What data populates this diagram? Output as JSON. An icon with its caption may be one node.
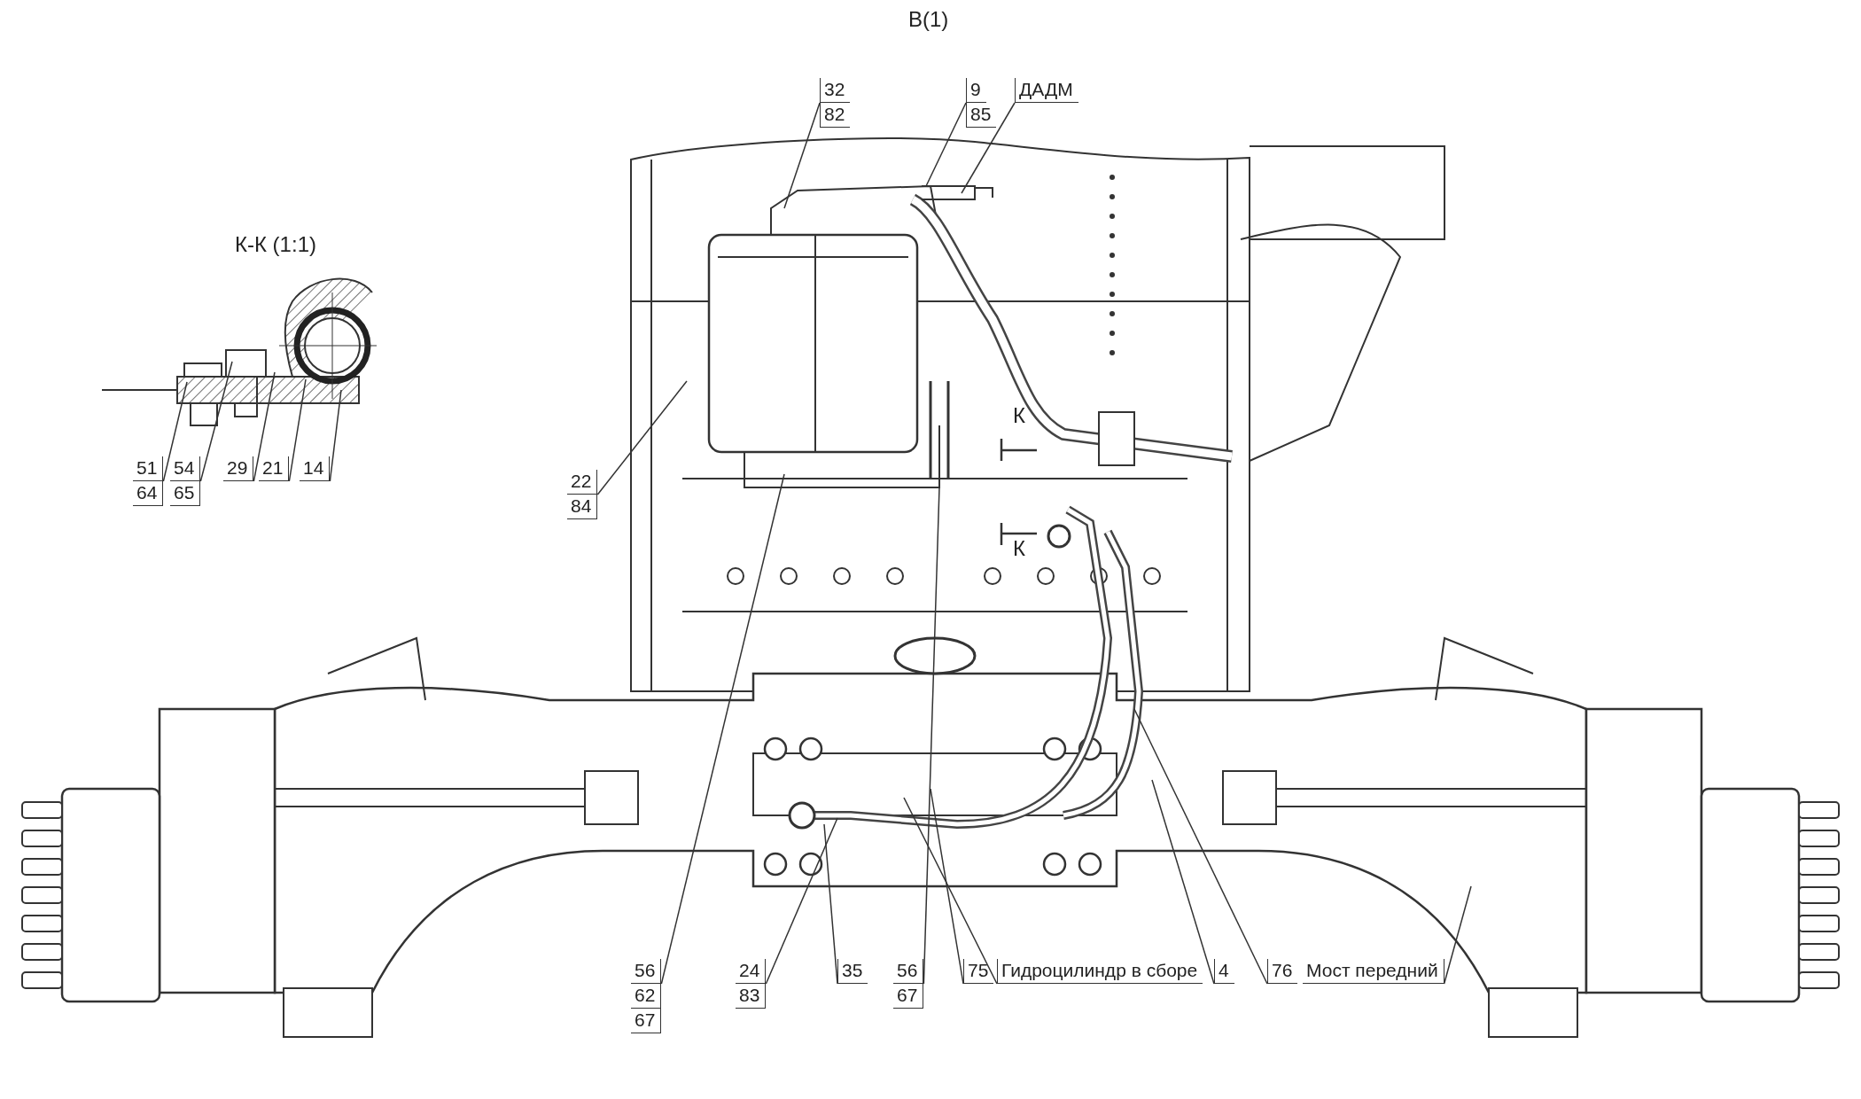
{
  "diagram": {
    "title": "В(1)",
    "nodes": [
      {
        "text": [
          "51",
          "64"
        ]
      },
      {
        "text": [
          "54",
          "65"
        ]
      },
      {
        "text": [
          "29"
        ]
      },
      {
        "text": [
          "21"
        ]
      },
      {
        "text": [
          "14"
        ]
      },
      {
        "text": [
          "22",
          "84"
        ]
      },
      {
        "text": [
          "32",
          "82"
        ]
      },
      {
        "text": [
          "9",
          "85"
        ]
      },
      {
        "text": [
          "ДАДМ"
        ]
      },
      {
        "text": [
          "56",
          "62",
          "67"
        ]
      },
      {
        "text": [
          "24",
          "83"
        ]
      },
      {
        "text": [
          "35"
        ]
      },
      {
        "text": [
          "56",
          "67"
        ]
      },
      {
        "text": [
          "75"
        ]
      },
      {
        "text": [
          "Гидроцилиндр в сборе"
        ]
      },
      {
        "text": [
          "4"
        ]
      },
      {
        "text": [
          "76"
        ]
      },
      {
        "text": [
          "Мост передний"
        ]
      }
    ],
    "edges": [
      {
        "from": 0,
        "to": null,
        "arrow": "none"
      },
      {
        "from": 1,
        "to": null,
        "arrow": "none"
      },
      {
        "from": 2,
        "to": null,
        "arrow": "none"
      },
      {
        "from": 3,
        "to": null,
        "arrow": "none"
      },
      {
        "from": 4,
        "to": null,
        "arrow": "none"
      },
      {
        "from": 5,
        "to": null,
        "arrow": "none"
      },
      {
        "from": 6,
        "to": null,
        "arrow": "none"
      },
      {
        "from": 7,
        "to": null,
        "arrow": "none"
      },
      {
        "from": 8,
        "to": null,
        "arrow": "none"
      },
      {
        "from": 9,
        "to": null,
        "arrow": "none"
      },
      {
        "from": 10,
        "to": null,
        "arrow": "none"
      },
      {
        "from": 11,
        "to": null,
        "arrow": "none"
      },
      {
        "from": 12,
        "to": null,
        "arrow": "none"
      },
      {
        "from": 13,
        "to": null,
        "arrow": "none"
      },
      {
        "from": 14,
        "to": null,
        "arrow": "none"
      },
      {
        "from": 15,
        "to": null,
        "arrow": "none"
      },
      {
        "from": 16,
        "to": null,
        "arrow": "none"
      },
      {
        "from": 17,
        "to": null,
        "arrow": "none"
      }
    ],
    "labels": [
      "К-К (1:1)",
      "К",
      "К"
    ]
  }
}
